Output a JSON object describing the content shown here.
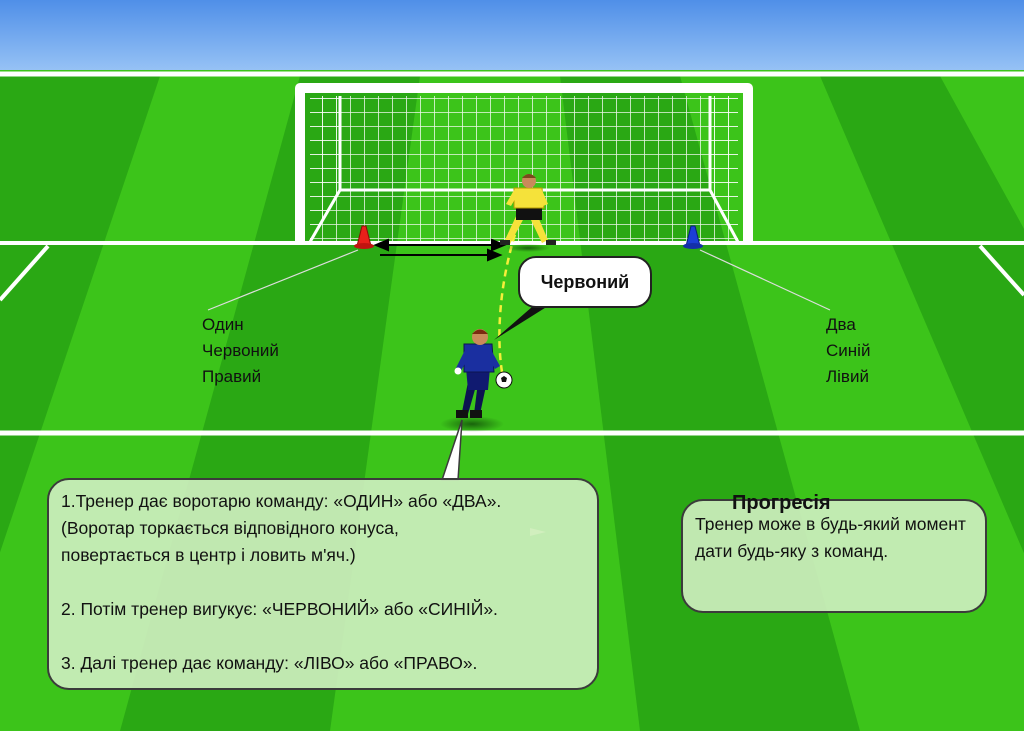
{
  "callout": {
    "text": "Червоний"
  },
  "cone_left": {
    "lines": [
      "Один",
      "Червоний",
      "Правий"
    ],
    "color": "#e8201a"
  },
  "cone_right": {
    "lines": [
      "Два",
      "Синій",
      "Лівий"
    ],
    "color": "#1c3fd6"
  },
  "instructions": {
    "line1": "1.Тренер дає воротарю команду: «ОДИН» або «ДВА».",
    "line2": "(Воротар торкається відповідного конуса,",
    "line3": "повертається в центр і ловить м'яч.)",
    "line4": "2. Потім тренер вигукує: «ЧЕРВОНИЙ» або «СИНІЙ».",
    "line5": "3. Далі тренер дає команду: «ЛІВО» або «ПРАВО»."
  },
  "progression": {
    "title": "Прогресія",
    "text": "Тренер може в будь-який момент дати будь-яку з команд."
  },
  "colors": {
    "sky": "#6ea8f0",
    "pitch_light": "#3cc41a",
    "pitch_dark": "#2aa814",
    "goalkeeper_kit": "#f5e23a",
    "coach_kit": "#1a2fa0",
    "ball_path": "#f5ef3a"
  }
}
